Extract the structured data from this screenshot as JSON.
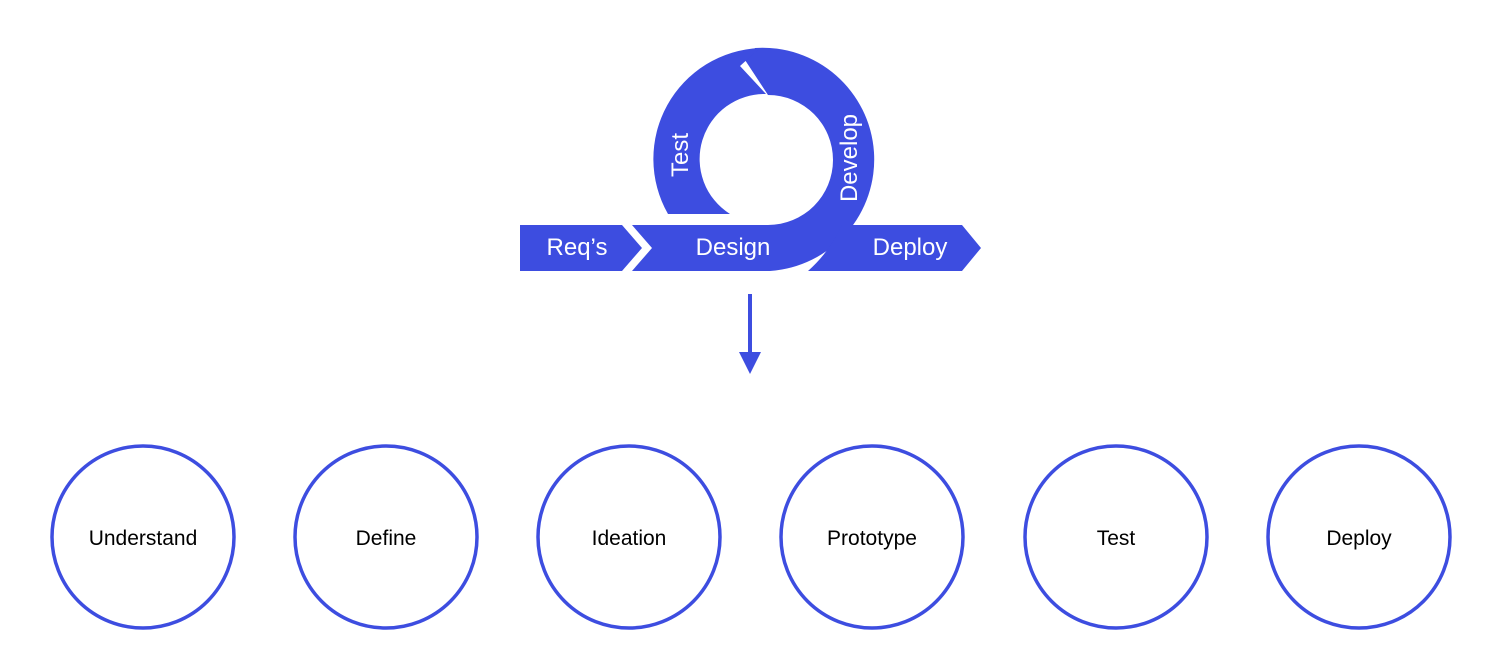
{
  "colors": {
    "accent": "#3d4de0",
    "text": "#000000",
    "background": "#ffffff"
  },
  "agile_cycle": {
    "reqs": "Req’s",
    "design": "Design",
    "deploy": "Deploy",
    "test": "Test",
    "develop": "Develop"
  },
  "phases": [
    {
      "label": "Understand"
    },
    {
      "label": "Define"
    },
    {
      "label": "Ideation"
    },
    {
      "label": "Prototype"
    },
    {
      "label": "Test"
    },
    {
      "label": "Deploy"
    }
  ]
}
